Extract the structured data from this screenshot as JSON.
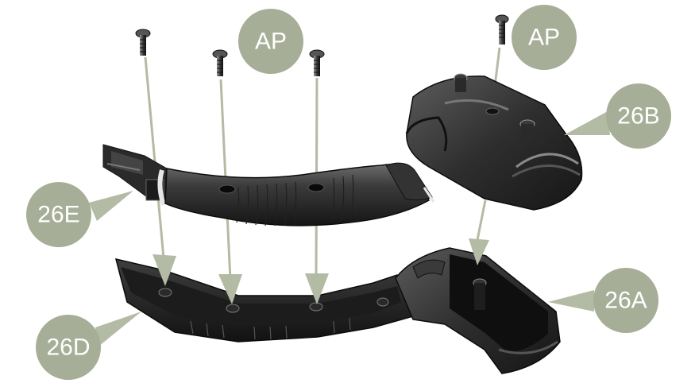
{
  "labels": {
    "ap_center": "AP",
    "ap_right": "AP",
    "part_26e": "26E",
    "part_26d": "26D",
    "part_26b": "26B",
    "part_26a": "26A"
  },
  "colors": {
    "label_fill": "#a7ae97",
    "arrow": "#b3bba5",
    "part_dark": "#2a2a2a",
    "part_mid": "#4a4a4a",
    "part_light": "#7a7a7a",
    "accent_white": "#e6e6e6"
  },
  "parts": {
    "screws": [
      "screw-1",
      "screw-2",
      "screw-3",
      "screw-4"
    ],
    "components": [
      "26E",
      "26D",
      "26B",
      "26A"
    ]
  }
}
